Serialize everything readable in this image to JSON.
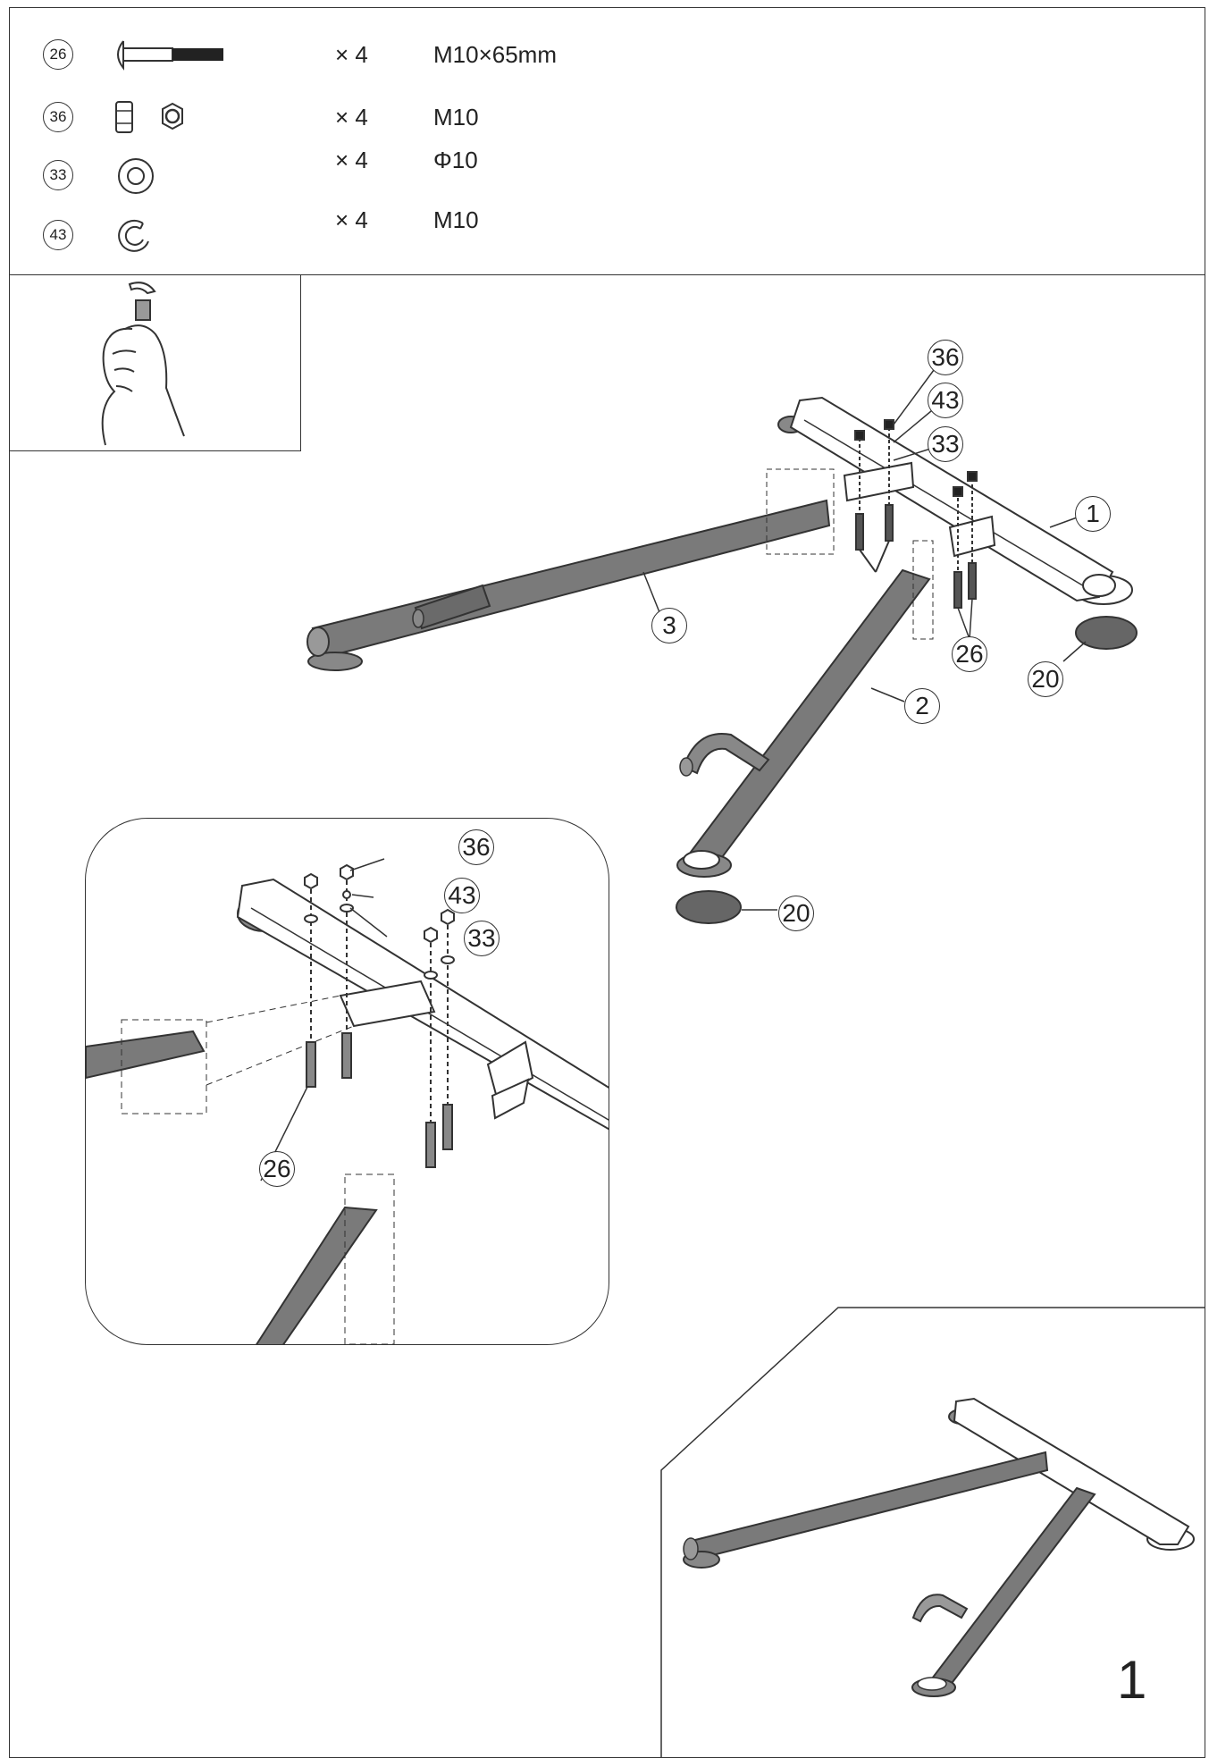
{
  "hardware": [
    {
      "id": "26",
      "qty": "× 4",
      "spec": "M10×65mm",
      "icon": "bolt-icon"
    },
    {
      "id": "36",
      "qty": "× 4",
      "spec": "M10",
      "icon": "hex-nut-icon"
    },
    {
      "id": "33",
      "qty": "× 4",
      "spec": "Φ10",
      "icon": "washer-icon"
    },
    {
      "id": "43",
      "qty": "× 4",
      "spec": "M10",
      "icon": "spring-washer-icon"
    }
  ],
  "main_callouts": {
    "c36": "36",
    "c43": "43",
    "c33": "33",
    "c1": "1",
    "c3": "3",
    "c26": "26",
    "c20a": "20",
    "c2": "2",
    "c20b": "20"
  },
  "detail_callouts": {
    "c36": "36",
    "c43": "43",
    "c33": "33",
    "c26": "26"
  },
  "step": "1",
  "colors": {
    "tube_dark": "#7a7a7a",
    "line": "#333333"
  }
}
